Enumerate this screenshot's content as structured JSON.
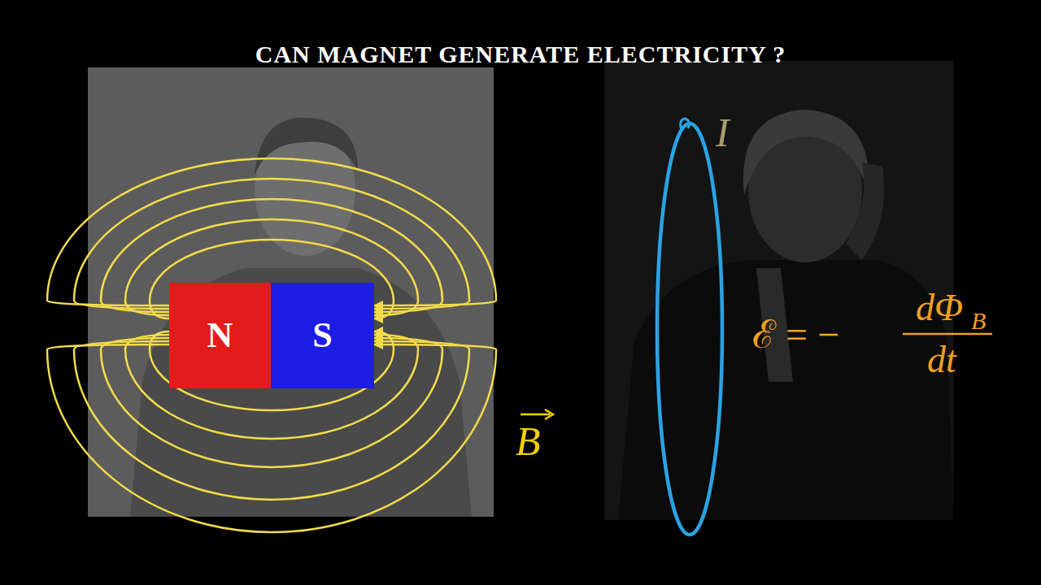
{
  "diagram": {
    "title": "CAN MAGNET GENERATE ELECTRICITY ?",
    "nodes": [
      {
        "text": [
          "N"
        ]
      },
      {
        "text": [
          "S"
        ]
      }
    ],
    "labels": [
      "B",
      "I",
      "ℰ = −",
      "dΦ",
      "B",
      "dt"
    ]
  }
}
